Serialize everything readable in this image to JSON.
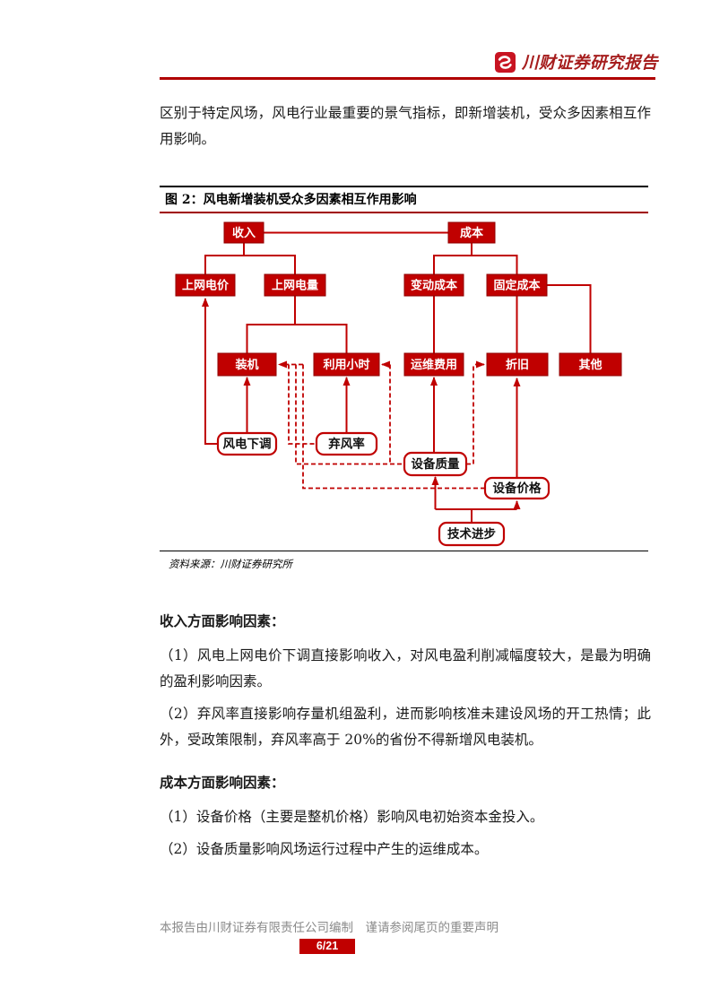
{
  "header": {
    "brand": "川财证券研究报告"
  },
  "intro": "区别于特定风场，风电行业最重要的景气指标，即新增装机，受众多因素相互作用影响。",
  "figure": {
    "title": "图 2：风电新增装机受众多因素相互作用影响",
    "source": "资料来源：川财证券研究所",
    "nodes": {
      "income": "收入",
      "cost": "成本",
      "grid_price": "上网电价",
      "grid_volume": "上网电量",
      "variable_cost": "变动成本",
      "fixed_cost": "固定成本",
      "installation": "装机",
      "utilization_hours": "利用小时",
      "om_expense": "运维费用",
      "depreciation": "折旧",
      "other": "其他",
      "tariff_cut": "风电下调",
      "curtailment_rate": "弃风率",
      "equipment_quality": "设备质量",
      "equipment_price": "设备价格",
      "tech_progress": "技术进步"
    }
  },
  "sections": [
    {
      "heading": "收入方面影响因素：",
      "paragraphs": [
        "（1）风电上网电价下调直接影响收入，对风电盈利削减幅度较大，是最为明确的盈利影响因素。",
        "（2）弃风率直接影响存量机组盈利，进而影响核准未建设风场的开工热情；此外，受政策限制，弃风率高于 20%的省份不得新增风电装机。"
      ]
    },
    {
      "heading": "成本方面影响因素：",
      "paragraphs": [
        "（1）设备价格（主要是整机价格）影响风电初始资本金投入。",
        "（2）设备质量影响风场运行过程中产生的运维成本。"
      ]
    }
  ],
  "footer": {
    "disclaimer": "本报告由川财证券有限责任公司编制　谨请参阅尾页的重要声明",
    "page": "6/21"
  },
  "colors": {
    "accent_red": "#C00000",
    "rule_red": "#B00000",
    "brand_red": "#A61E1E"
  }
}
